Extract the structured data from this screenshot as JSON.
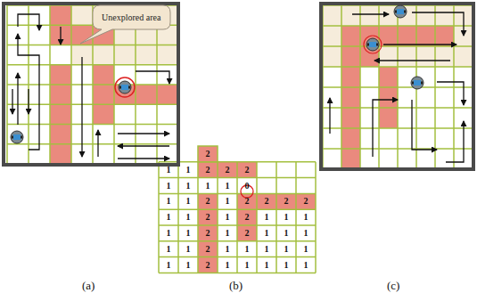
{
  "diagram": {
    "nodes": [
      {
        "text": [
          "Unexplored area"
        ]
      }
    ],
    "labels": [
      "2",
      "1",
      "1",
      "2",
      "2",
      "2",
      "1",
      "1",
      "1",
      "1",
      "0",
      "1",
      "1",
      "2",
      "1",
      "2",
      "2",
      "2",
      "2",
      "1",
      "1",
      "2",
      "1",
      "2",
      "1",
      "1",
      "1",
      "1",
      "1",
      "2",
      "1",
      "2",
      "1",
      "1",
      "1",
      "1",
      "1",
      "2",
      "1",
      "1",
      "1",
      "1",
      "1",
      "1",
      "1",
      "2",
      "1",
      "1",
      "1",
      "1",
      "1",
      "(a)",
      "(b)",
      "(c)"
    ]
  }
}
